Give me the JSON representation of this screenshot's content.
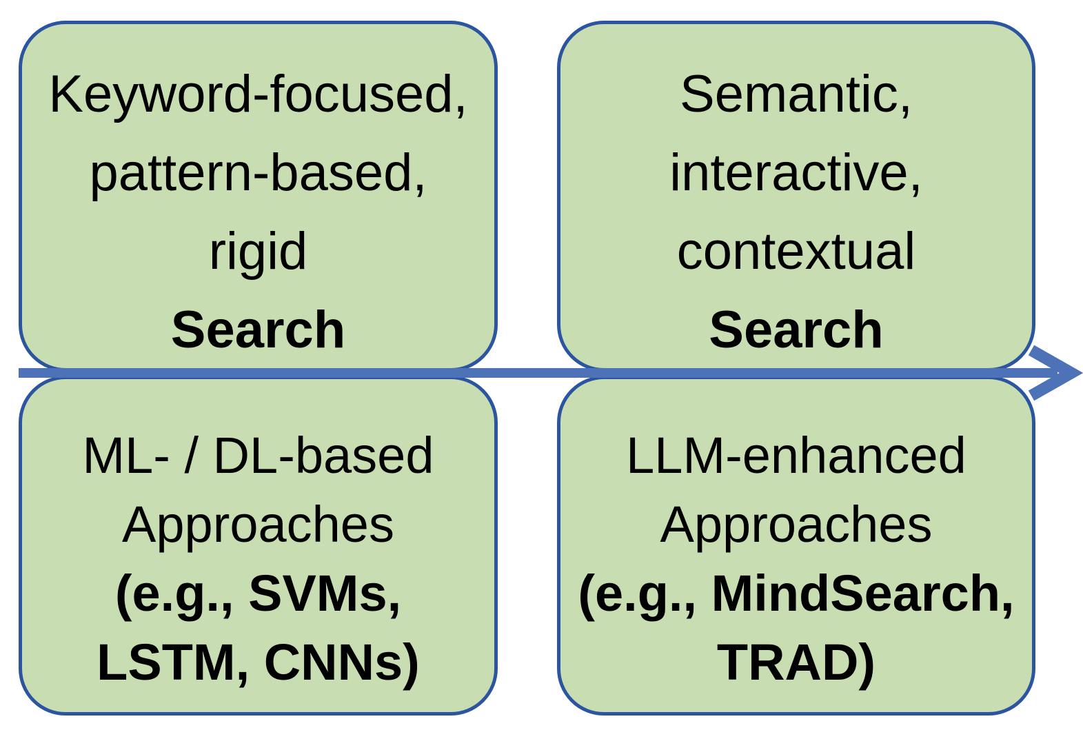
{
  "diagram": {
    "type": "quadrant-evolution-diagram",
    "axis": {
      "arrow_direction": "right"
    },
    "colors": {
      "box_fill": "#c9ddb2",
      "box_border": "#2b55a0",
      "arrow": "#4d72b8",
      "text": "#000000"
    },
    "quadrants": {
      "top_left": {
        "lines": [
          "Keyword-focused,",
          "pattern-based,",
          "rigid",
          "Search"
        ]
      },
      "top_right": {
        "lines": [
          "Semantic,",
          "interactive,",
          "contextual",
          "Search"
        ]
      },
      "bottom_left": {
        "lines": [
          "ML- / DL-based",
          "Approaches",
          "(e.g., SVMs,",
          "LSTM, CNNs)"
        ]
      },
      "bottom_right": {
        "lines": [
          "LLM-enhanced",
          "Approaches",
          "(e.g., MindSearch,",
          "TRAD)"
        ]
      }
    }
  }
}
